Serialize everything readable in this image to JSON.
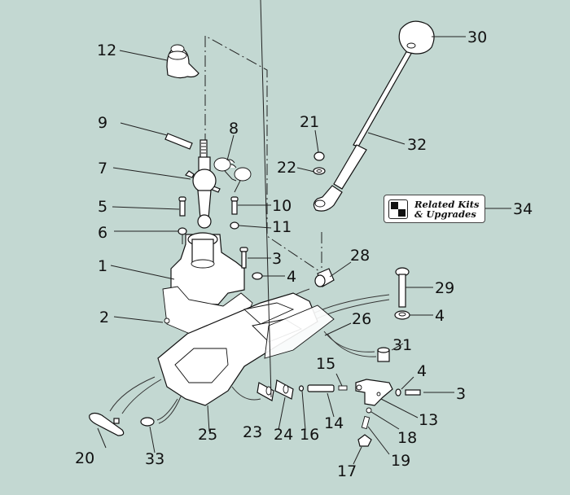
{
  "diagram": {
    "title": "Shifter assembly exploded parts diagram",
    "background_color": "#c3d8d2",
    "callouts": [
      {
        "id": "c1",
        "label": "1",
        "part": "shifter housing"
      },
      {
        "id": "c2",
        "label": "2",
        "part": "housing gasket"
      },
      {
        "id": "c3a",
        "label": "3",
        "part": "bolt"
      },
      {
        "id": "c3b",
        "label": "3",
        "part": "bolt"
      },
      {
        "id": "c4a",
        "label": "4",
        "part": "nut"
      },
      {
        "id": "c4b",
        "label": "4",
        "part": "washer"
      },
      {
        "id": "c4c",
        "label": "4",
        "part": "washer"
      },
      {
        "id": "c5",
        "label": "5",
        "part": "bolt"
      },
      {
        "id": "c6",
        "label": "6",
        "part": "nut"
      },
      {
        "id": "c7",
        "label": "7",
        "part": "shift lever"
      },
      {
        "id": "c8",
        "label": "8",
        "part": "springs"
      },
      {
        "id": "c9",
        "label": "9",
        "part": "roll pin"
      },
      {
        "id": "c10",
        "label": "10",
        "part": "bolt"
      },
      {
        "id": "c11",
        "label": "11",
        "part": "nut"
      },
      {
        "id": "c12",
        "label": "12",
        "part": "boot"
      },
      {
        "id": "c13",
        "label": "13",
        "part": "selector housing"
      },
      {
        "id": "c14",
        "label": "14",
        "part": "plunger"
      },
      {
        "id": "c15",
        "label": "15",
        "part": "spring"
      },
      {
        "id": "c16",
        "label": "16",
        "part": "o-ring"
      },
      {
        "id": "c17",
        "label": "17",
        "part": "plug"
      },
      {
        "id": "c18",
        "label": "18",
        "part": "ball"
      },
      {
        "id": "c19",
        "label": "19",
        "part": "spring"
      },
      {
        "id": "c20",
        "label": "20",
        "part": "cover plate"
      },
      {
        "id": "c21",
        "label": "21",
        "part": "nut"
      },
      {
        "id": "c22",
        "label": "22",
        "part": "washer"
      },
      {
        "id": "c23",
        "label": "23",
        "part": "gasket"
      },
      {
        "id": "c24",
        "label": "24",
        "part": "gasket"
      },
      {
        "id": "c25",
        "label": "25",
        "part": "base plate"
      },
      {
        "id": "c26",
        "label": "26",
        "part": "gasket"
      },
      {
        "id": "c28",
        "label": "28",
        "part": "bushing"
      },
      {
        "id": "c29",
        "label": "29",
        "part": "bolt"
      },
      {
        "id": "c30",
        "label": "30",
        "part": "shift knob"
      },
      {
        "id": "c31",
        "label": "31",
        "part": "bushing"
      },
      {
        "id": "c32",
        "label": "32",
        "part": "shift rod"
      },
      {
        "id": "c33",
        "label": "33",
        "part": "o-ring"
      },
      {
        "id": "c34",
        "label": "34",
        "part": "related kits"
      }
    ]
  },
  "related_kits": {
    "line1": "Related Kits",
    "line2": "& Upgrades",
    "callout": "34"
  }
}
